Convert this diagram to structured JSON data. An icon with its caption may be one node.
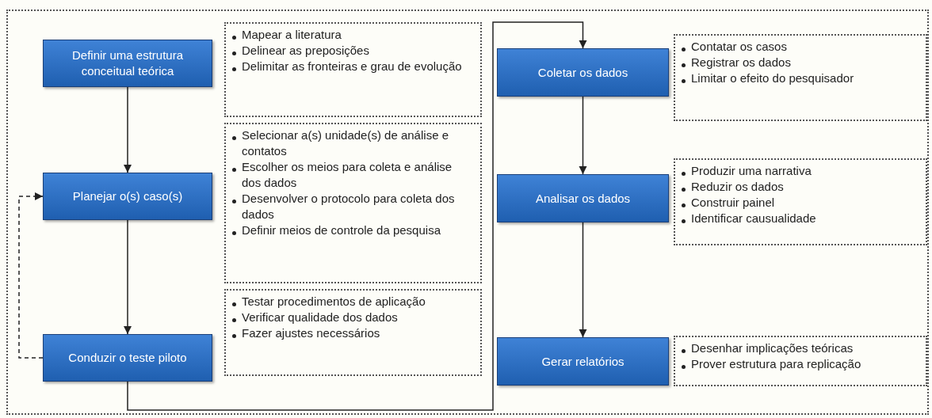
{
  "diagram": {
    "nodes": [
      {
        "text": [
          "Definir uma estrutura conceitual teórica"
        ]
      },
      {
        "text": [
          "Mapear a literatura",
          "Delinear as preposições",
          "Delimitar as fronteiras e grau de evolução"
        ]
      },
      {
        "text": [
          "Planejar o(s) caso(s)"
        ]
      },
      {
        "text": [
          "Selecionar a(s) unidade(s) de análise e contatos",
          "Escolher os meios para coleta e análise dos dados",
          "Desenvolver o protocolo para coleta dos dados",
          "Definir meios de controle da pesquisa"
        ]
      },
      {
        "text": [
          "Conduzir o teste piloto"
        ]
      },
      {
        "text": [
          "Testar procedimentos de aplicação",
          "Verificar qualidade dos dados",
          "Fazer ajustes necessários"
        ]
      },
      {
        "text": [
          "Coletar os dados"
        ]
      },
      {
        "text": [
          "Contatar os casos",
          "Registrar os dados",
          "Limitar o efeito do pesquisador"
        ]
      },
      {
        "text": [
          "Analisar os dados"
        ]
      },
      {
        "text": [
          "Produzir uma narrativa",
          "Reduzir os dados",
          "Construir painel",
          "Identificar causualidade"
        ]
      },
      {
        "text": [
          "Gerar relatórios"
        ]
      },
      {
        "text": [
          "Desenhar implicações teóricas",
          "Prover estrutura para replicação"
        ]
      }
    ],
    "edges": [
      {
        "from": 0,
        "to": 2,
        "arrow": "to"
      },
      {
        "from": 2,
        "to": 4,
        "arrow": "to"
      },
      {
        "from": 4,
        "to": 2,
        "arrow": "to",
        "style": "dashed"
      },
      {
        "from": 4,
        "to": 6,
        "arrow": "to"
      },
      {
        "from": 6,
        "to": 8,
        "arrow": "to"
      },
      {
        "from": 8,
        "to": 10,
        "arrow": "to"
      }
    ]
  }
}
